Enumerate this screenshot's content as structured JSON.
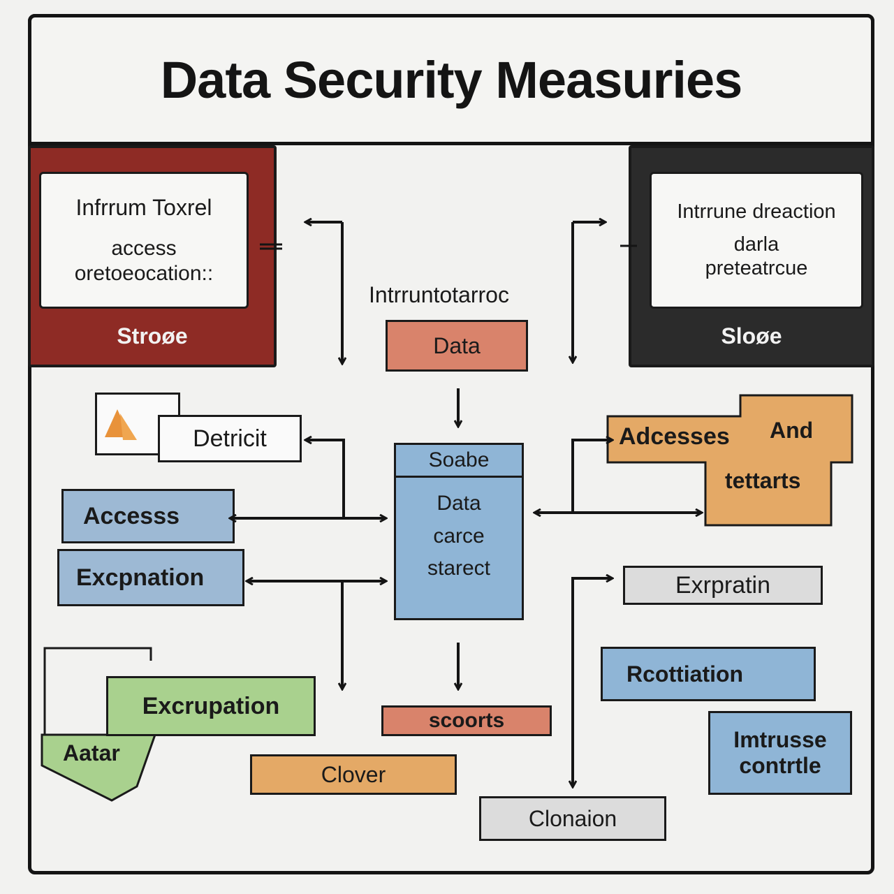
{
  "title": "Data Security Measuries",
  "left_storage": {
    "line1": "Infrrum Toxrel",
    "line2": "access",
    "line3": "oretoeocation::",
    "label": "Stroøe"
  },
  "right_storage": {
    "line1": "Intrrune dreaction",
    "line2": "darla",
    "line3": "preteatrcue",
    "label": "Sloøe"
  },
  "center_caption": "Intrruntotarroc",
  "data_box": "Data",
  "store": {
    "header": "Soabe",
    "line1": "Data",
    "line2": "carce",
    "line3": "starect"
  },
  "detrict": "Detricit",
  "access": "Accesss",
  "excpnation": "Excpnation",
  "excrupation": "Excrupation",
  "aatar": "Aatar",
  "adcesses": "Adcesses",
  "and": "And",
  "tettarts": "tettarts",
  "exrpratin": "Exrpratin",
  "rcottiation": "Rcottiation",
  "intrusse_line1": "Imtrusse",
  "intrusse_line2": "contrtle",
  "scoorts": "scoorts",
  "clover": "Clover",
  "clonaion": "Clonaion",
  "colors": {
    "storage_left": "#8e2b25",
    "storage_right": "#2b2b2b",
    "salmon": "#d9836b",
    "blue": "#8fb5d6",
    "orange": "#e4a966",
    "green": "#a9d18e",
    "gray": "#dcdcdc"
  }
}
